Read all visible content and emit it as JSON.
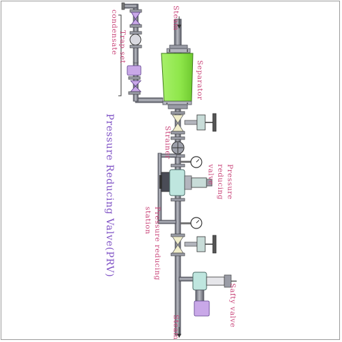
{
  "labels": {
    "steam_top": "Steam",
    "trap_set": "Trap set",
    "condensate": "condensate",
    "separator": "Separator",
    "strainer": "Strainer",
    "pressure_reducing_valve": "Pressure reducing valve",
    "pressure_reducing_station": "Pressure reducing station",
    "safety_valve": "Safty valve",
    "steam_bottom": "Steam",
    "main_title": "Pressure Reducing Valve(PRV)"
  },
  "colors": {
    "pipe": "#8a8c96",
    "pipe_dark": "#4a4c56",
    "separator_green": "#8ee64a",
    "trap_purple": "#c9a8e8",
    "valve_teal": "#bfe6df",
    "strainer_cream": "#f1eecb",
    "label_pink": "#c9467a",
    "title_purple": "#7d4fc4"
  }
}
